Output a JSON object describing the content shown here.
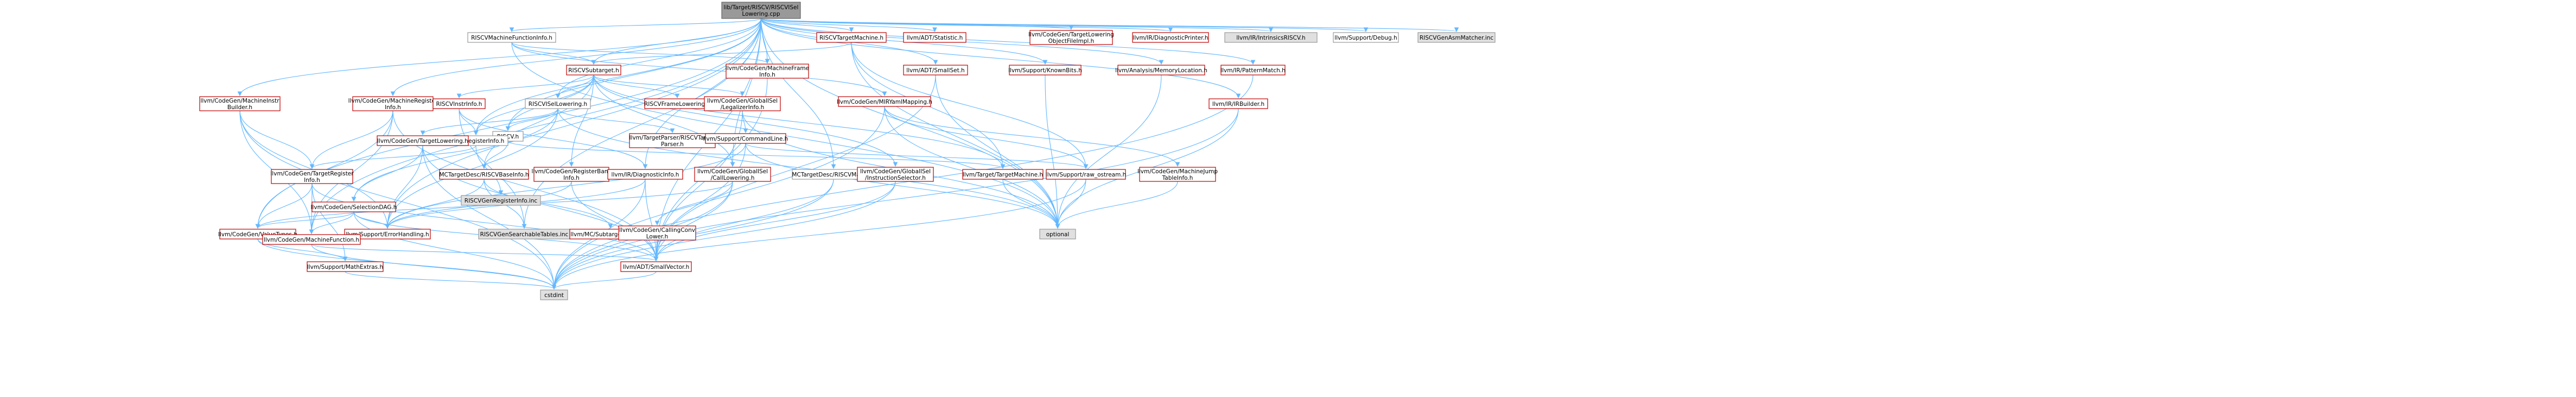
{
  "diagram": {
    "colors": {
      "root_fill": "#999999",
      "root_border": "#666666",
      "node_fill": "#ffffff",
      "node_border_red": "#bf0000",
      "node_border_grey": "#999999",
      "ext_fill": "#e0e0e0",
      "edge_blue": "#63b8ff",
      "edge_red": "#bf0000",
      "edge_green": "#00a000",
      "edge_orange": "#ff8c00"
    },
    "nodes": [
      {
        "id": "root",
        "lines": [
          "lib/Target/RISCV/RISCVISel",
          "Lowering.cpp"
        ],
        "kind": "root"
      },
      {
        "id": "mfi",
        "lines": [
          "RISCVMachineFunctionInfo.h"
        ],
        "kind": "grey"
      },
      {
        "id": "tm",
        "lines": [
          "RISCVTargetMachine.h"
        ],
        "kind": "red"
      },
      {
        "id": "statistic",
        "lines": [
          "llvm/ADT/Statistic.h"
        ],
        "kind": "red"
      },
      {
        "id": "tlof",
        "lines": [
          "llvm/CodeGen/TargetLowering",
          "ObjectFileImpl.h"
        ],
        "kind": "red"
      },
      {
        "id": "diagprinter",
        "lines": [
          "llvm/IR/DiagnosticPrinter.h"
        ],
        "kind": "red"
      },
      {
        "id": "intrinsics",
        "lines": [
          "llvm/IR/IntrinsicsRISCV.h"
        ],
        "kind": "ext"
      },
      {
        "id": "debug",
        "lines": [
          "llvm/Support/Debug.h"
        ],
        "kind": "grey"
      },
      {
        "id": "asmmatcher",
        "lines": [
          "RISCVGenAsmMatcher.inc"
        ],
        "kind": "ext"
      },
      {
        "id": "subtarget",
        "lines": [
          "RISCVSubtarget.h"
        ],
        "kind": "red"
      },
      {
        "id": "mframeinfo",
        "lines": [
          "llvm/CodeGen/MachineFrame",
          "Info.h"
        ],
        "kind": "red"
      },
      {
        "id": "smallset",
        "lines": [
          "llvm/ADT/SmallSet.h"
        ],
        "kind": "red"
      },
      {
        "id": "knownbits",
        "lines": [
          "llvm/Support/KnownBits.h"
        ],
        "kind": "red"
      },
      {
        "id": "memloc",
        "lines": [
          "llvm/Analysis/MemoryLocation.h"
        ],
        "kind": "red"
      },
      {
        "id": "patternmatch",
        "lines": [
          "llvm/IR/PatternMatch.h"
        ],
        "kind": "red"
      },
      {
        "id": "mir",
        "lines": [
          "llvm/CodeGen/MachineInstr",
          "Builder.h"
        ],
        "kind": "red"
      },
      {
        "id": "mri",
        "lines": [
          "llvm/CodeGen/MachineRegister",
          "Info.h"
        ],
        "kind": "red"
      },
      {
        "id": "instrinfo",
        "lines": [
          "RISCVInstrInfo.h"
        ],
        "kind": "red"
      },
      {
        "id": "isellowering",
        "lines": [
          "RISCVISelLowering.h"
        ],
        "kind": "grey"
      },
      {
        "id": "frameLowering",
        "lines": [
          "RISCVFrameLowering.h"
        ],
        "kind": "red"
      },
      {
        "id": "legalizer",
        "lines": [
          "llvm/CodeGen/GlobalISel",
          "/LegalizerInfo.h"
        ],
        "kind": "red"
      },
      {
        "id": "mirymlmapping",
        "lines": [
          "llvm/CodeGen/MIRYamlMapping.h"
        ],
        "kind": "red"
      },
      {
        "id": "irbuilder",
        "lines": [
          "llvm/IR/IRBuilder.h"
        ],
        "kind": "red"
      },
      {
        "id": "riscvh",
        "lines": [
          "RISCV.h"
        ],
        "kind": "grey"
      },
      {
        "id": "reginfo",
        "lines": [
          "RISCVRegisterInfo.h"
        ],
        "kind": "grey"
      },
      {
        "id": "targetlowering",
        "lines": [
          "llvm/CodeGen/TargetLowering.h"
        ],
        "kind": "red"
      },
      {
        "id": "targetparser",
        "lines": [
          "llvm/TargetParser/RISCVTarget",
          "Parser.h"
        ],
        "kind": "red"
      },
      {
        "id": "commandline",
        "lines": [
          "llvm/Support/CommandLine.h"
        ],
        "kind": "red"
      },
      {
        "id": "mctarget",
        "lines": [
          "MCTargetDesc/RISCVBaseInfo.h"
        ],
        "kind": "red"
      },
      {
        "id": "regbank",
        "lines": [
          "llvm/CodeGen/RegisterBank",
          "Info.h"
        ],
        "kind": "red"
      },
      {
        "id": "diaginfo",
        "lines": [
          "llvm/IR/DiagnosticInfo.h"
        ],
        "kind": "red"
      },
      {
        "id": "calllowering",
        "lines": [
          "llvm/CodeGen/GlobalISel",
          "/CallLowering.h"
        ],
        "kind": "red"
      },
      {
        "id": "mcmatint",
        "lines": [
          "MCTargetDesc/RISCVMatInt.h"
        ],
        "kind": "grey"
      },
      {
        "id": "instselector",
        "lines": [
          "llvm/CodeGen/GlobalISel",
          "/InstructionSelector.h"
        ],
        "kind": "red"
      },
      {
        "id": "targetmachine",
        "lines": [
          "llvm/Target/TargetMachine.h"
        ],
        "kind": "red"
      },
      {
        "id": "rawostream",
        "lines": [
          "llvm/Support/raw_ostream.h"
        ],
        "kind": "red"
      },
      {
        "id": "jumptable",
        "lines": [
          "llvm/CodeGen/MachineJump",
          "TableInfo.h"
        ],
        "kind": "red"
      },
      {
        "id": "targetreg",
        "lines": [
          "llvm/CodeGen/TargetRegister",
          "Info.h"
        ],
        "kind": "red"
      },
      {
        "id": "genreginfo",
        "lines": [
          "RISCVGenRegisterInfo.inc"
        ],
        "kind": "ext"
      },
      {
        "id": "seldag",
        "lines": [
          "llvm/CodeGen/SelectionDAG.h"
        ],
        "kind": "red"
      },
      {
        "id": "errorhandling",
        "lines": [
          "llvm/Support/ErrorHandling.h"
        ],
        "kind": "red"
      },
      {
        "id": "searchable",
        "lines": [
          "RISCVGenSearchableTables.inc"
        ],
        "kind": "ext"
      },
      {
        "id": "subtargetfeature",
        "lines": [
          "llvm/MC/SubtargetFeature.h"
        ],
        "kind": "red"
      },
      {
        "id": "callingconv",
        "lines": [
          "llvm/CodeGen/CallingConv",
          "Lower.h"
        ],
        "kind": "red"
      },
      {
        "id": "optional",
        "lines": [
          "optional"
        ],
        "kind": "ext"
      },
      {
        "id": "valuetypes",
        "lines": [
          "llvm/CodeGen/ValueTypes.h"
        ],
        "kind": "red"
      },
      {
        "id": "machinefunction",
        "lines": [
          "llvm/CodeGen/MachineFunction.h"
        ],
        "kind": "red"
      },
      {
        "id": "mathextras",
        "lines": [
          "llvm/Support/MathExtras.h"
        ],
        "kind": "red"
      },
      {
        "id": "smallvector",
        "lines": [
          "llvm/ADT/SmallVector.h"
        ],
        "kind": "red"
      },
      {
        "id": "cstdint",
        "lines": [
          "cstdint"
        ],
        "kind": "ext"
      }
    ]
  }
}
